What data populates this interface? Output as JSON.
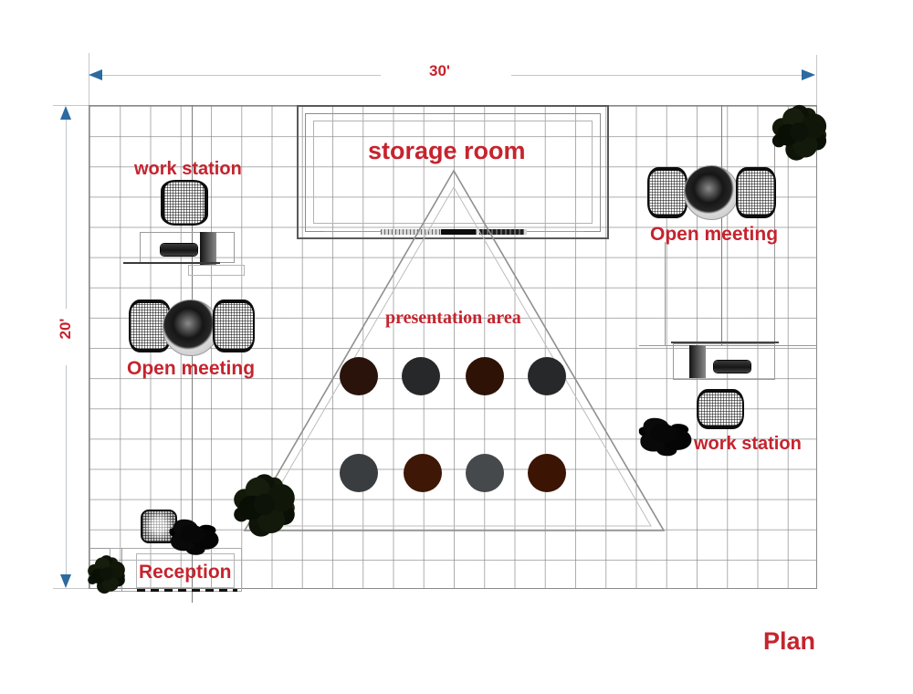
{
  "plan_title": "Plan",
  "dimensions": {
    "width_label": "30'",
    "height_label": "20'"
  },
  "rooms": {
    "storage_room_label": "storage room",
    "presentation_area_label": "presentation area",
    "reception_label": "Reception",
    "work_station_label": "work station",
    "open_meeting_label": "Open meeting"
  },
  "seats": {
    "row1": [
      "#2a130b",
      "#26282a",
      "#2e1206",
      "#26282a"
    ],
    "row2": [
      "#3a3d3f",
      "#3e1706",
      "#46494c",
      "#3b1404"
    ]
  },
  "palette": {
    "label_red": "#c5242e",
    "arrow_blue": "#2c6aa0",
    "dimension_line": "#b9c7d3",
    "grid_line": "#a9a9a9",
    "wall_gray": "#8a8a8a"
  },
  "symbols": {
    "chair": "wireframe-armchair-top-view",
    "round_table": "round-meeting-table-top-view",
    "desk": "desk-with-cabinet",
    "plant": "potted-plant-top-view",
    "person": "person-silhouette",
    "counter": "storage-counter"
  }
}
